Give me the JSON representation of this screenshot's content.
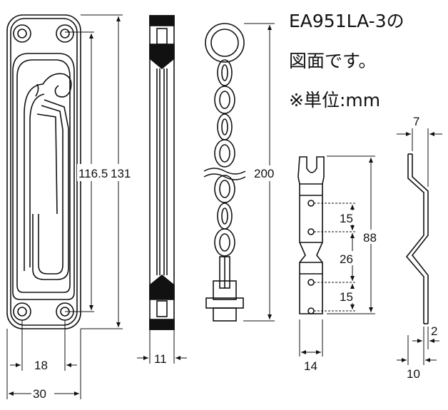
{
  "notes": {
    "line1": "EA951LA-3の",
    "line2": "図面です。",
    "line3": "※単位:mm"
  },
  "dimensions": {
    "plate_inner_height": "116.5",
    "plate_outer_height": "131",
    "plate_hole_spacing": "18",
    "plate_width": "30",
    "rail_width": "11",
    "chain_length": "200",
    "latch_pitch_top": "15",
    "latch_pitch_mid": "26",
    "latch_pitch_bottom": "15",
    "latch_height": "88",
    "latch_width": "14",
    "spring_offset_top": "7",
    "spring_thickness": "2",
    "spring_offset_bottom": "10"
  }
}
